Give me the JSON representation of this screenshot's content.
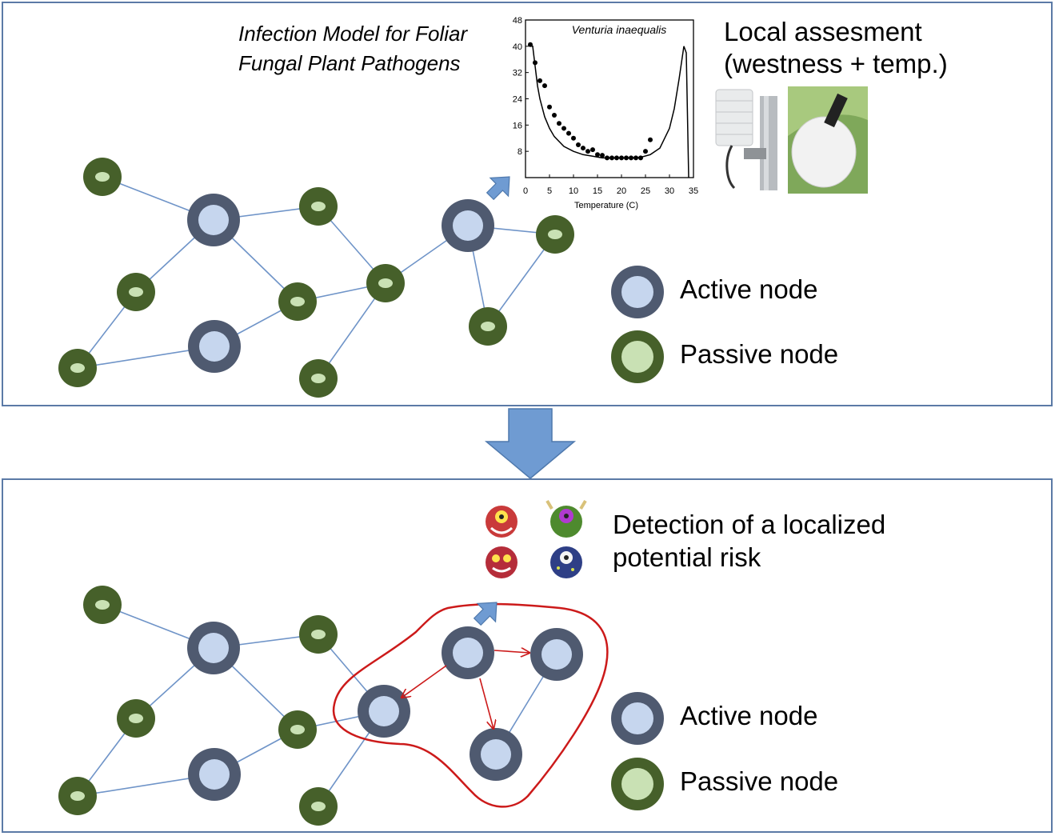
{
  "top_panel": {
    "model_title_line1": "Infection Model for Foliar",
    "model_title_line2": "Fungal Plant Pathogens",
    "local_line1": "Local assesment",
    "local_line2": "(westness + temp.)",
    "legend": {
      "active": "Active node",
      "passive": "Passive node"
    }
  },
  "bottom_panel": {
    "detection_line1": "Detection of a localized",
    "detection_line2": "potential risk",
    "legend": {
      "active": "Active node",
      "passive": "Passive node"
    }
  },
  "colors": {
    "active_outer": "#4f5a70",
    "active_inner": "#c6d6ee",
    "passive_outer": "#46602a",
    "passive_inner": "#c9e1b4",
    "edge": "#6f94c8",
    "risk": "#cc1a1a",
    "arrow": "#6f9bd2",
    "panel_border": "#5b7aa6"
  },
  "chart_data": {
    "type": "scatter",
    "title": "Venturia inaequalis",
    "xlabel": "Temperature (C)",
    "ylabel": "",
    "xlim": [
      0,
      35
    ],
    "ylim": [
      0,
      48
    ],
    "x_ticks": [
      "0",
      "5",
      "10",
      "15",
      "20",
      "25",
      "30",
      "35"
    ],
    "y_ticks": [
      "8",
      "16",
      "24",
      "32",
      "40",
      "48"
    ],
    "series": [
      {
        "kind": "points",
        "x": [
          1,
          2,
          3,
          4,
          5,
          6,
          7,
          8,
          9,
          10,
          11,
          12,
          13,
          14,
          15,
          16,
          17,
          18,
          19,
          20,
          21,
          22,
          23,
          24,
          25,
          26
        ],
        "y": [
          40.5,
          35,
          29.5,
          28,
          21.5,
          19,
          16.5,
          15,
          13.5,
          12,
          10,
          9,
          8,
          8.5,
          7,
          6.8,
          6,
          6,
          6,
          6,
          6,
          6,
          6,
          6,
          8,
          11.5
        ]
      },
      {
        "kind": "curve",
        "x": [
          1,
          1.5,
          2,
          2.5,
          3,
          4,
          5,
          6,
          8,
          10,
          12,
          14,
          16,
          18,
          20,
          22,
          24,
          26,
          28,
          30,
          31,
          32,
          33,
          33.5,
          34
        ],
        "y": [
          40,
          40,
          34,
          28,
          24,
          18.5,
          15,
          12.5,
          9.5,
          8,
          7,
          6.5,
          6,
          6,
          6,
          6,
          6.2,
          7,
          9,
          15,
          21,
          30,
          40,
          38,
          0
        ]
      }
    ]
  }
}
